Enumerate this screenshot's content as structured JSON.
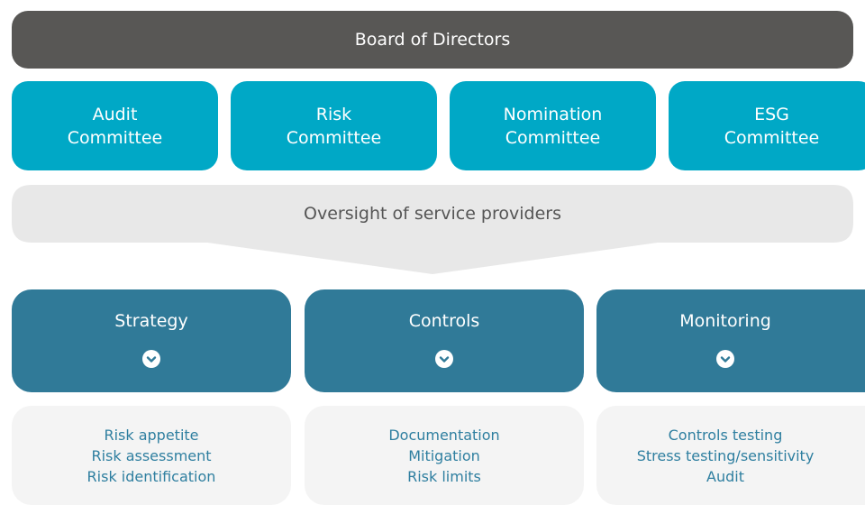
{
  "board": {
    "label": "Board of Directors"
  },
  "committees": [
    {
      "line1": "Audit",
      "line2": "Committee"
    },
    {
      "line1": "Risk",
      "line2": "Committee"
    },
    {
      "line1": "Nomination",
      "line2": "Committee"
    },
    {
      "line1": "ESG",
      "line2": "Committee"
    }
  ],
  "oversight": {
    "label": "Oversight of service providers"
  },
  "pillars": [
    {
      "title": "Strategy",
      "icon": "chevron-down-icon",
      "items": [
        "Risk appetite",
        "Risk assessment",
        "Risk identification"
      ]
    },
    {
      "title": "Controls",
      "icon": "chevron-down-icon",
      "items": [
        "Documentation",
        "Mitigation",
        "Risk limits"
      ]
    },
    {
      "title": "Monitoring",
      "icon": "chevron-down-icon",
      "items": [
        "Controls testing",
        "Stress testing/sensitivity",
        "Audit"
      ]
    }
  ],
  "colors": {
    "board": "#585755",
    "committee": "#00a8c6",
    "oversight": "#e8e8e8",
    "pillar": "#307a98",
    "detail_bg": "#f4f4f4",
    "detail_text": "#2f7fa0"
  }
}
